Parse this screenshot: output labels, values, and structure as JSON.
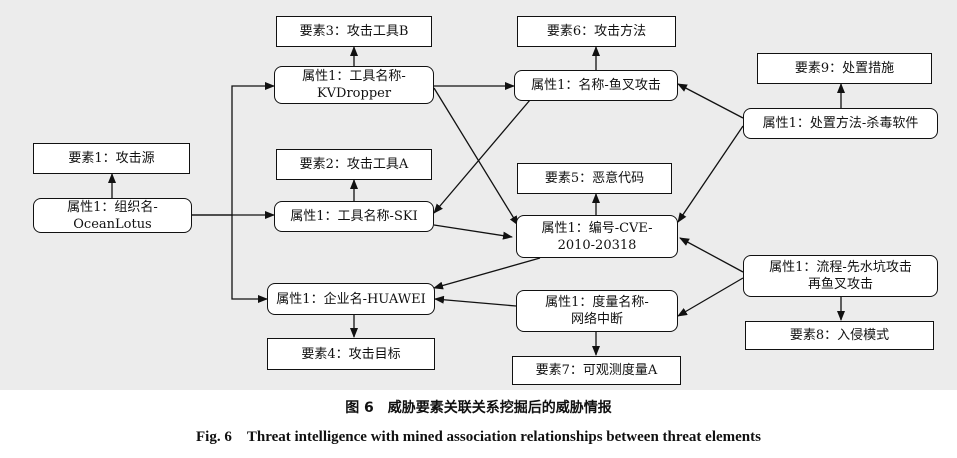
{
  "nodes": {
    "e3": [
      "要素3：攻击工具B"
    ],
    "e6": [
      "要素6：攻击方法"
    ],
    "e9": [
      "要素9：处置措施"
    ],
    "e1": [
      "要素1：攻击源"
    ],
    "e2": [
      "要素2：攻击工具A"
    ],
    "e5": [
      "要素5：恶意代码"
    ],
    "e4": [
      "要素4：攻击目标"
    ],
    "e7": [
      "要素7：可观测度量A"
    ],
    "e8": [
      "要素8：入侵模式"
    ],
    "a_kv": [
      "属性1：工具名称-",
      "KVDropper"
    ],
    "a_yc": [
      "属性1：名称-鱼叉攻击"
    ],
    "a_cz": [
      "属性1：处置方法-杀毒软件"
    ],
    "a_zz": [
      "属性1：组织名-",
      "OceanLotus"
    ],
    "a_ski": [
      "属性1：工具名称-SKI"
    ],
    "a_cve": [
      "属性1：编号-CVE-",
      "2010-20318"
    ],
    "a_hw": [
      "属性1：企业名-HUAWEI"
    ],
    "a_dl": [
      "属性1：度量名称-",
      "网络中断"
    ],
    "a_lc": [
      "属性1：流程-先水坑攻击",
      "再鱼叉攻击"
    ]
  },
  "caption": {
    "cn": "图 6　威胁要素关联关系挖掘后的威胁情报",
    "en": "Fig. 6　Threat intelligence with mined association relationships between threat elements"
  }
}
